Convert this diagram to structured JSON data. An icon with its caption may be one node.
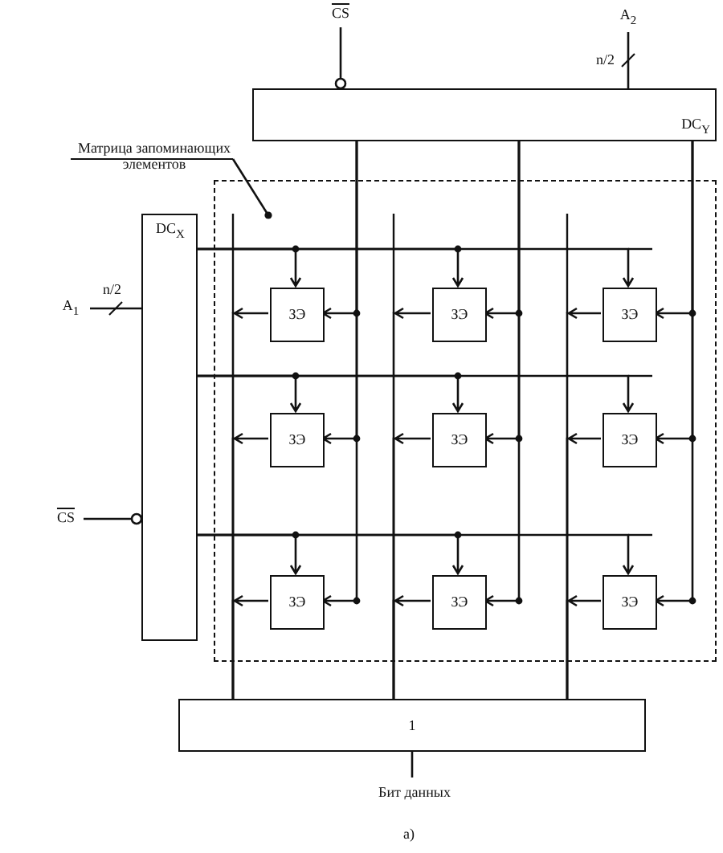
{
  "diagram": {
    "caption": "а)",
    "nodes": [
      {
        "text": [
          "CS"
        ]
      },
      {
        "text": [
          "A$_{2}$"
        ]
      },
      {
        "text": [
          "DC$_{Y}$"
        ]
      },
      {
        "text": [
          "Матрица запоминающих элементов"
        ]
      },
      {
        "text": [],
        "shape": "box"
      },
      {
        "text": [
          "DC$_{X}$"
        ]
      },
      {
        "text": [
          "A$_{1}$"
        ]
      },
      {
        "text": [
          "CS"
        ]
      },
      {
        "text": [
          "ЗЭ"
        ],
        "in": 4
      },
      {
        "text": [
          "ЗЭ"
        ],
        "in": 4
      },
      {
        "text": [
          "ЗЭ"
        ],
        "in": 4
      },
      {
        "text": [
          "ЗЭ"
        ],
        "in": 4
      },
      {
        "text": [
          "ЗЭ"
        ],
        "in": 4
      },
      {
        "text": [
          "ЗЭ"
        ],
        "in": 4
      },
      {
        "text": [
          "ЗЭ"
        ],
        "in": 4
      },
      {
        "text": [
          "ЗЭ"
        ],
        "in": 4
      },
      {
        "text": [
          "ЗЭ"
        ],
        "in": 4
      },
      {
        "text": [
          "1"
        ]
      },
      {
        "text": [
          "Бит данных"
        ]
      }
    ],
    "edges": [
      {
        "from": 0,
        "to": 2,
        "arrow": "other"
      },
      {
        "from": 1,
        "to": 2,
        "arrow": "none",
        "label": "n/2"
      },
      {
        "from": 3,
        "to": 4,
        "arrow": "other"
      },
      {
        "from": 6,
        "to": 5,
        "arrow": "none",
        "label": "n/2"
      },
      {
        "from": 7,
        "to": 5,
        "arrow": "other"
      },
      {
        "from": 5,
        "to": 8,
        "arrow": "to"
      },
      {
        "from": 5,
        "to": 9,
        "arrow": "to"
      },
      {
        "from": 5,
        "to": 10,
        "arrow": "to"
      },
      {
        "from": 5,
        "to": 11,
        "arrow": "to"
      },
      {
        "from": 5,
        "to": 12,
        "arrow": "to"
      },
      {
        "from": 5,
        "to": 13,
        "arrow": "to"
      },
      {
        "from": 5,
        "to": 14,
        "arrow": "to"
      },
      {
        "from": 5,
        "to": 15,
        "arrow": "to"
      },
      {
        "from": 5,
        "to": 16,
        "arrow": "to"
      },
      {
        "from": 2,
        "to": 8,
        "arrow": "to"
      },
      {
        "from": 2,
        "to": 9,
        "arrow": "to"
      },
      {
        "from": 2,
        "to": 10,
        "arrow": "to"
      },
      {
        "from": 2,
        "to": 11,
        "arrow": "to"
      },
      {
        "from": 2,
        "to": 12,
        "arrow": "to"
      },
      {
        "from": 2,
        "to": 13,
        "arrow": "to"
      },
      {
        "from": 2,
        "to": 14,
        "arrow": "to"
      },
      {
        "from": 2,
        "to": 15,
        "arrow": "to"
      },
      {
        "from": 2,
        "to": 16,
        "arrow": "to"
      },
      {
        "from": 8,
        "to": 17,
        "arrow": "to"
      },
      {
        "from": 9,
        "to": 17,
        "arrow": "to"
      },
      {
        "from": 10,
        "to": 17,
        "arrow": "to"
      },
      {
        "from": 11,
        "to": 17,
        "arrow": "to"
      },
      {
        "from": 12,
        "to": 17,
        "arrow": "to"
      },
      {
        "from": 13,
        "to": 17,
        "arrow": "to"
      },
      {
        "from": 14,
        "to": 17,
        "arrow": "to"
      },
      {
        "from": 15,
        "to": 17,
        "arrow": "to"
      },
      {
        "from": 16,
        "to": 17,
        "arrow": "to"
      },
      {
        "from": 17,
        "to": 18,
        "arrow": "none"
      }
    ]
  }
}
